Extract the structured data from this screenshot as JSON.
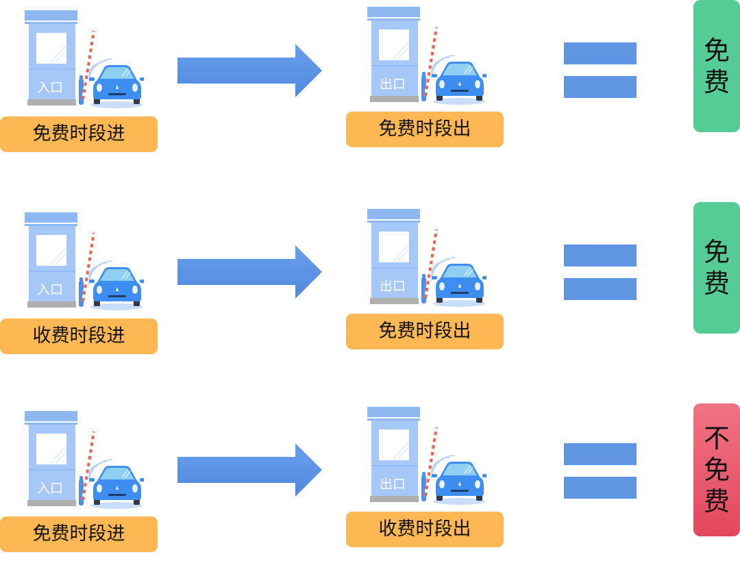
{
  "colors": {
    "label_bg": "#FDB853",
    "arrow": "#5F95E3",
    "equals": "#5F95E3",
    "badge_free": "#55CC96",
    "badge_not_free": "#E94C62",
    "booth": "#A6C8F8",
    "car": "#3D8EF0"
  },
  "rows": [
    {
      "entry": {
        "sign": "入口",
        "label": "免费时段进"
      },
      "exit": {
        "sign": "出口",
        "label": "免费时段出"
      },
      "result": {
        "chars": [
          "免",
          "费"
        ],
        "type": "free"
      }
    },
    {
      "entry": {
        "sign": "入口",
        "label": "收费时段进"
      },
      "exit": {
        "sign": "出口",
        "label": "免费时段出"
      },
      "result": {
        "chars": [
          "免",
          "费"
        ],
        "type": "free"
      }
    },
    {
      "entry": {
        "sign": "入口",
        "label": "免费时段进"
      },
      "exit": {
        "sign": "出口",
        "label": "收费时段出"
      },
      "result": {
        "chars": [
          "不",
          "免",
          "费"
        ],
        "type": "not-free"
      }
    }
  ]
}
